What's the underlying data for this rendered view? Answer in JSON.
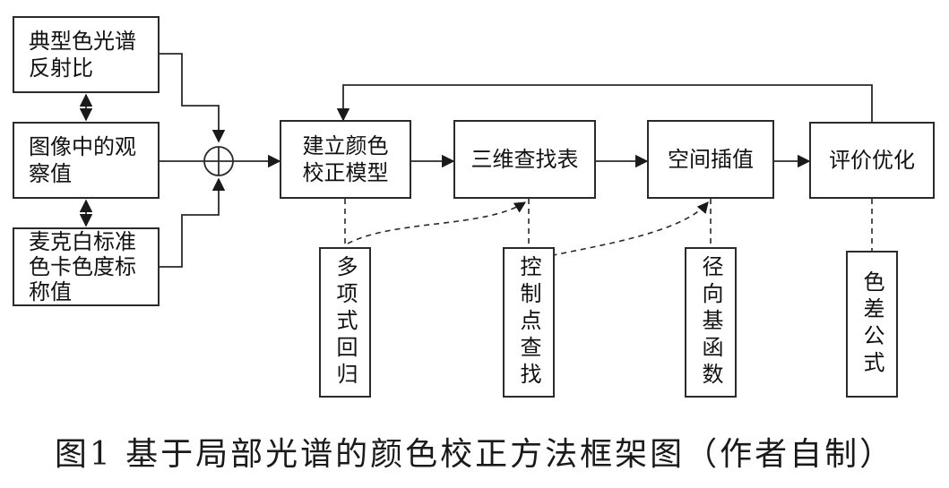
{
  "inputs": {
    "typical_spectrum": "典型色光谱\n反射比",
    "observed_values": "图像中的观\n察值",
    "nominal_values": "麦克白标准\n色卡色度标\n称值"
  },
  "process": {
    "build_model": "建立颜色\n校正模型",
    "lut_3d": "三维查找表",
    "interpolation": "空间插值",
    "evaluation": "评价优化"
  },
  "methods": {
    "polynomial_regression": "多项式回归",
    "control_point_search": "控制点查找",
    "radial_basis_function": "径向基函数",
    "color_difference_formula": "色差公式"
  },
  "caption": "图1 基于局部光谱的颜色校正方法框架图（作者自制）"
}
